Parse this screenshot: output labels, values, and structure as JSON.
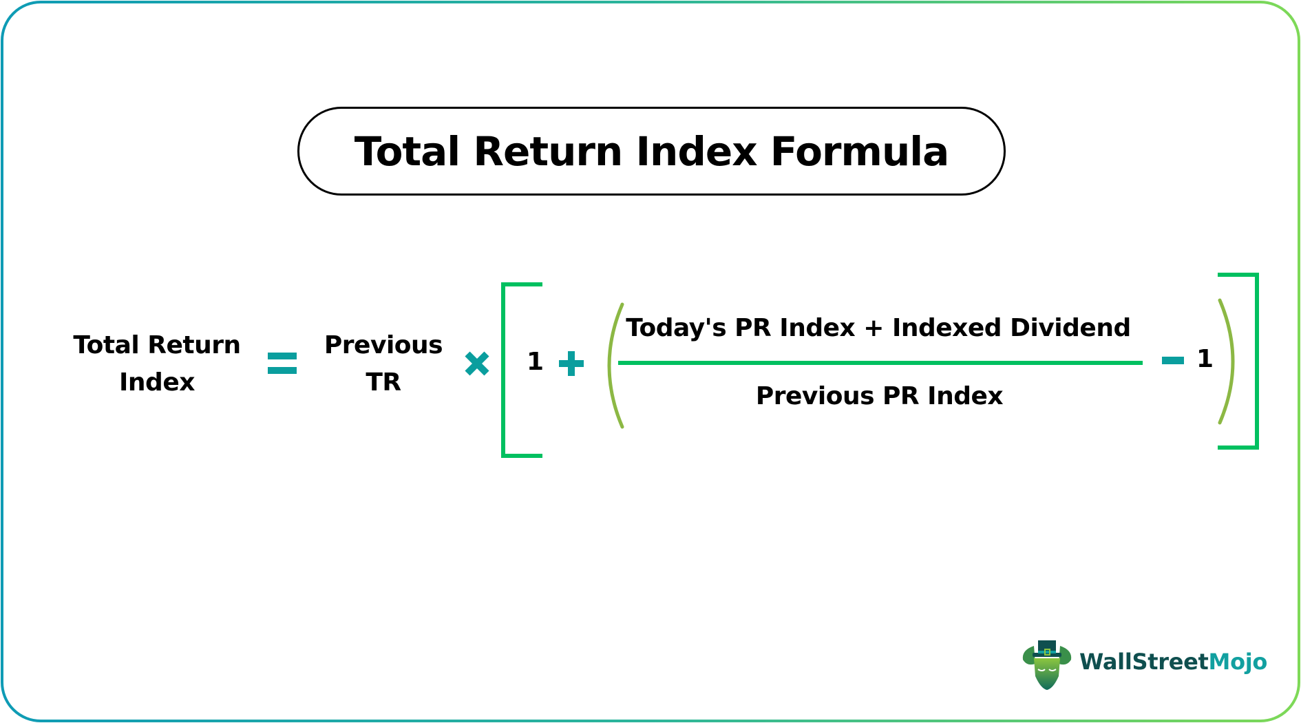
{
  "title": "Total Return Index Formula",
  "formula": {
    "lhs_line1": "Total Return",
    "lhs_line2": "Index",
    "equals": "=",
    "factor_line1": "Previous",
    "factor_line2": "TR",
    "times": "×",
    "one_a": "1",
    "plus": "+",
    "numerator": "Today's PR Index + Indexed Dividend",
    "denominator": "Previous PR Index",
    "minus": "−",
    "one_b": "1"
  },
  "logo": {
    "part1": "WallStreet",
    "part2": "Mojo",
    "icon": "bull-with-top-hat-icon"
  },
  "colors": {
    "border_start": "#0e9bb5",
    "border_end": "#7ed957",
    "operator": "#0a9e9e",
    "bracket": "#00c060",
    "paren": "#8cb844",
    "fraction_bar": "#00c060",
    "text": "#000000",
    "logo_dark": "#0f4f4f",
    "logo_teal": "#12a0a0"
  }
}
